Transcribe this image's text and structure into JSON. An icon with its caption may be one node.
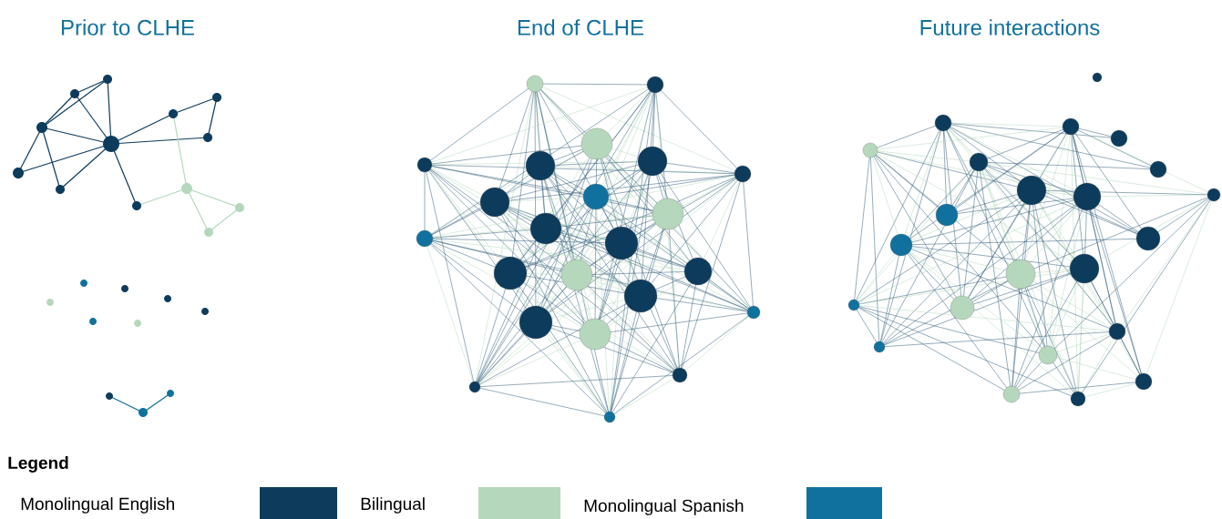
{
  "diagram": {
    "labels": [
      "Prior to CLHE",
      "End of CLHE",
      "Future interactions",
      "Legend"
    ],
    "legend": [
      {
        "text": "Monolingual English",
        "color": "#0d3b5c"
      },
      {
        "text": "Bilingual",
        "color": "#b5d8bc"
      },
      {
        "text": "Monolingual Spanish",
        "color": "#11719e"
      }
    ]
  }
}
